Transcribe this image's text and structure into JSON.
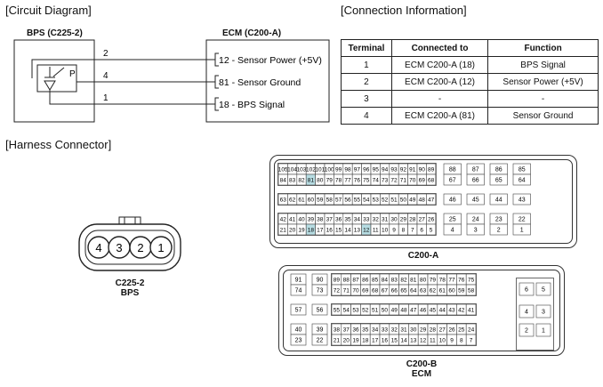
{
  "headers": {
    "circuit": "[Circuit Diagram]",
    "connection": "[Connection Information]",
    "harness": "[Harness Connector]"
  },
  "circuit": {
    "bps_title": "BPS (C225-2)",
    "ecm_title": "ECM (C200-A)",
    "sensor_letter": "P",
    "wires": [
      {
        "bps_pin": "2",
        "ecm_label": "12 - Sensor Power (+5V)"
      },
      {
        "bps_pin": "4",
        "ecm_label": "81 - Sensor Ground"
      },
      {
        "bps_pin": "1",
        "ecm_label": "18 - BPS Signal"
      }
    ]
  },
  "table": {
    "columns": [
      "Terminal",
      "Connected to",
      "Function"
    ],
    "rows": [
      [
        "1",
        "ECM C200-A (18)",
        "BPS Signal"
      ],
      [
        "2",
        "ECM C200-A (12)",
        "Sensor Power (+5V)"
      ],
      [
        "3",
        "-",
        "-"
      ],
      [
        "4",
        "ECM C200-A (81)",
        "Sensor Ground"
      ]
    ]
  },
  "bps_connector": {
    "pins": [
      "4",
      "3",
      "2",
      "1"
    ],
    "caption1": "C225-2",
    "caption2": "BPS"
  },
  "c200a": {
    "caption": "C200-A",
    "highlight": [
      "81",
      "18",
      "12"
    ],
    "highlight_color": "#b7dde3",
    "main_rows": [
      [
        "105",
        "104",
        "103",
        "102",
        "101",
        "100",
        "99",
        "98",
        "97",
        "96",
        "95",
        "94",
        "93",
        "92",
        "91",
        "90",
        "89"
      ],
      [
        "84",
        "83",
        "82",
        "81",
        "80",
        "79",
        "78",
        "77",
        "76",
        "75",
        "74",
        "73",
        "72",
        "71",
        "70",
        "69",
        "68"
      ],
      [
        "63",
        "62",
        "61",
        "60",
        "59",
        "58",
        "57",
        "56",
        "55",
        "54",
        "53",
        "52",
        "51",
        "50",
        "49",
        "48",
        "47"
      ],
      [
        "42",
        "41",
        "40",
        "39",
        "38",
        "37",
        "36",
        "35",
        "34",
        "33",
        "32",
        "31",
        "30",
        "29",
        "28",
        "27",
        "26"
      ],
      [
        "21",
        "20",
        "19",
        "18",
        "17",
        "16",
        "15",
        "14",
        "13",
        "12",
        "11",
        "10",
        "9",
        "8",
        "7",
        "6",
        "5"
      ]
    ],
    "side_rows": [
      [
        "88",
        "87",
        "86",
        "85"
      ],
      [
        "67",
        "66",
        "65",
        "64"
      ],
      [
        "46",
        "45",
        "44",
        "43"
      ],
      [
        "25",
        "24",
        "23",
        "22"
      ],
      [
        "4",
        "3",
        "2",
        "1"
      ]
    ]
  },
  "c200b": {
    "caption1": "C200-B",
    "caption2": "ECM",
    "left_rows": [
      [
        "91",
        "90"
      ],
      [
        "74",
        "73"
      ],
      [
        "57",
        "56"
      ],
      [
        "40",
        "39"
      ],
      [
        "23",
        "22"
      ]
    ],
    "main_rows": [
      [
        "89",
        "88",
        "87",
        "86",
        "85",
        "84",
        "83",
        "82",
        "81",
        "80",
        "79",
        "78",
        "77",
        "76",
        "75"
      ],
      [
        "72",
        "71",
        "70",
        "69",
        "68",
        "67",
        "66",
        "65",
        "64",
        "63",
        "62",
        "61",
        "60",
        "59",
        "58"
      ],
      [
        "55",
        "54",
        "53",
        "52",
        "51",
        "50",
        "49",
        "48",
        "47",
        "46",
        "45",
        "44",
        "43",
        "42",
        "41"
      ],
      [
        "38",
        "37",
        "36",
        "35",
        "34",
        "33",
        "32",
        "31",
        "30",
        "29",
        "28",
        "27",
        "26",
        "25",
        "24"
      ],
      [
        "21",
        "20",
        "19",
        "18",
        "17",
        "16",
        "15",
        "14",
        "13",
        "12",
        "11",
        "10",
        "9",
        "8",
        "7"
      ]
    ],
    "right_rows": [
      [
        "6",
        "5"
      ],
      [
        "4",
        "3"
      ],
      [
        "2",
        "1"
      ]
    ]
  }
}
